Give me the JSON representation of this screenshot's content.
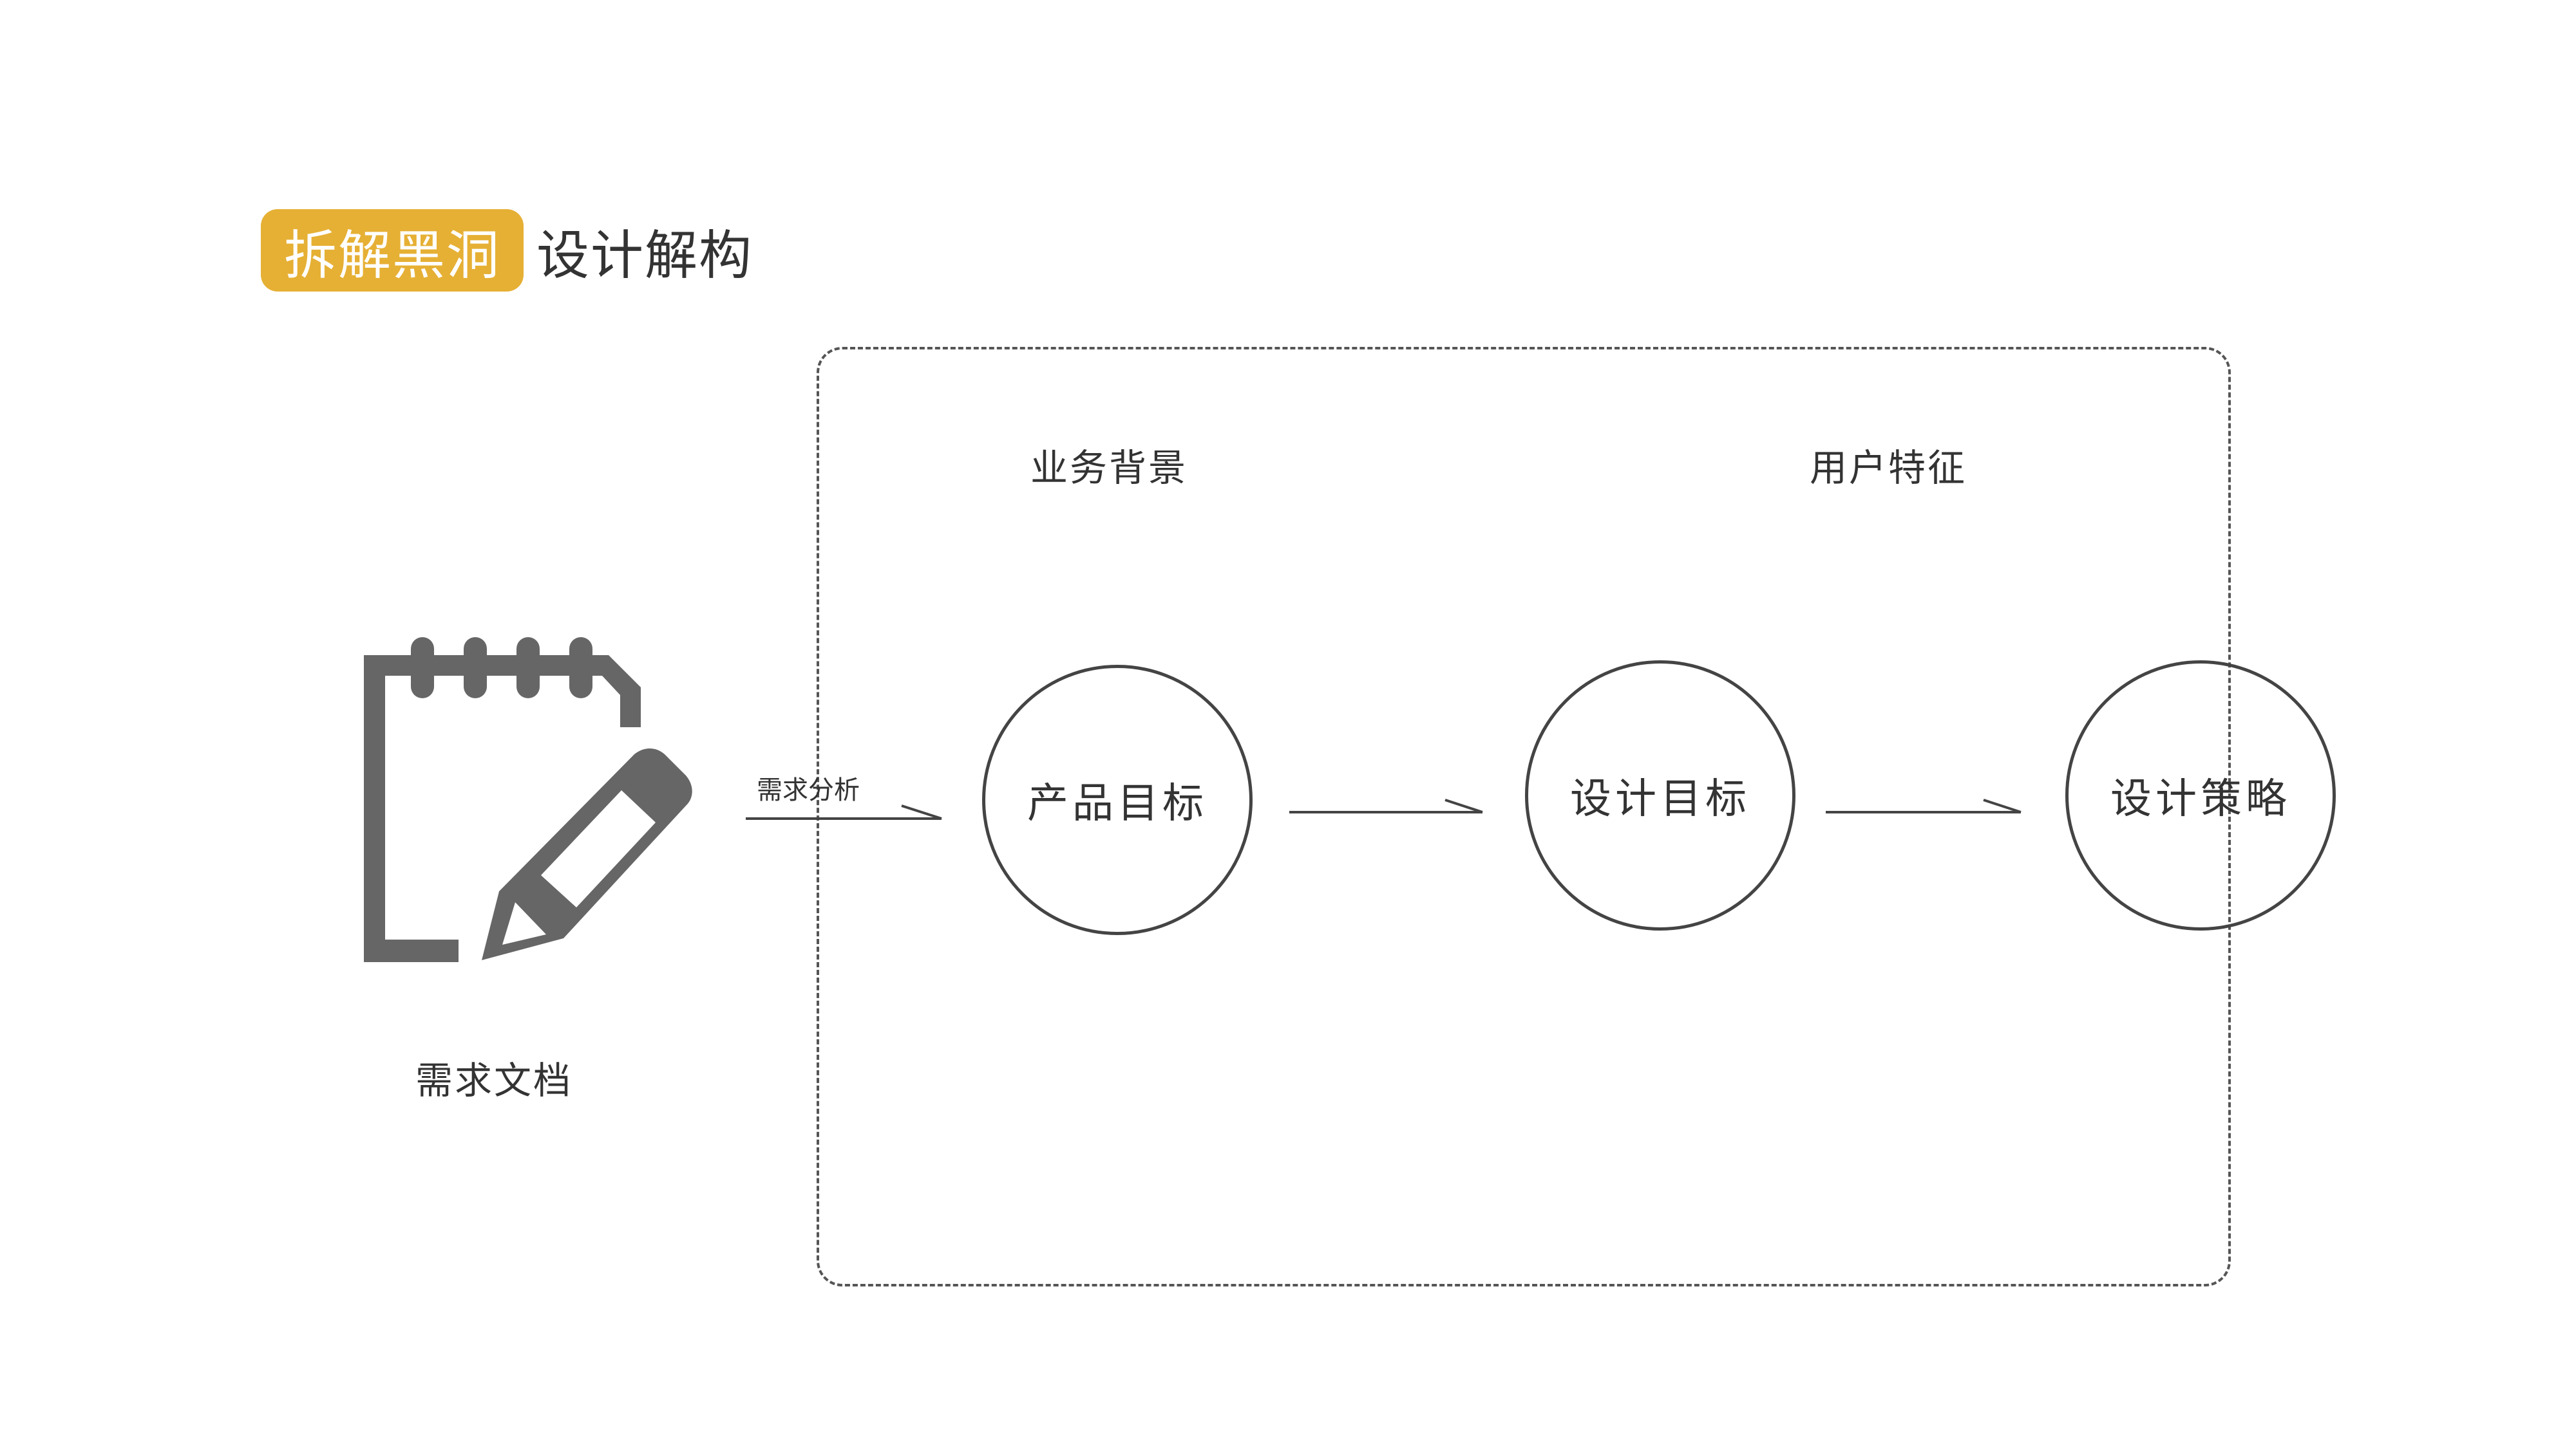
{
  "title": {
    "badge": "拆解黑洞",
    "text": "设计解构"
  },
  "source": {
    "icon": "notepad-pencil-icon",
    "label": "需求文档",
    "arrow_label": "需求分析"
  },
  "context_labels": {
    "left": "业务背景",
    "right": "用户特征"
  },
  "nodes": [
    {
      "label": "产品目标"
    },
    {
      "label": "设计目标"
    },
    {
      "label": "设计策略"
    }
  ],
  "colors": {
    "accent": "#e6b035",
    "icon": "#666666",
    "line": "#444444",
    "text": "#333333"
  }
}
